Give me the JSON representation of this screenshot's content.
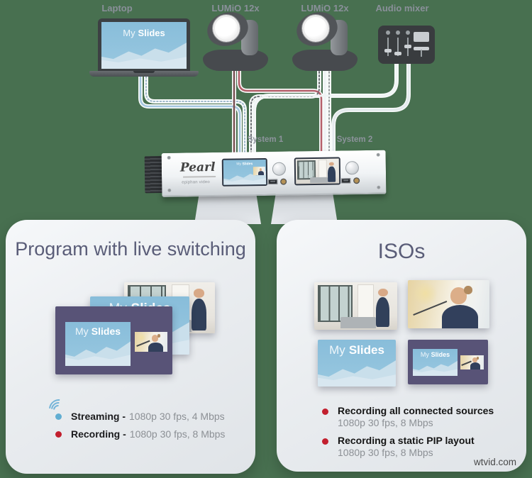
{
  "sources": {
    "laptop_label": "Laptop",
    "camera1_label": "LUMiO 12x",
    "camera2_label": "LUMiO 12x",
    "mixer_label": "Audio mixer"
  },
  "slide": {
    "word1": "My",
    "word2": "Slides"
  },
  "pearl": {
    "brand": "Pearl",
    "vendor": "epiphan video",
    "system1": "System 1",
    "system2": "System 2"
  },
  "program_panel": {
    "title": "Program with live switching",
    "streaming_label": "Streaming -",
    "streaming_detail": "1080p 30 fps, 4 Mbps",
    "recording_label": "Recording -",
    "recording_detail": "1080p 30 fps, 8 Mbps"
  },
  "isos_panel": {
    "title": "ISOs",
    "recording_all_label": "Recording all connected sources",
    "recording_all_detail": "1080p 30 fps, 8 Mbps",
    "recording_pip_label": "Recording a static PIP layout",
    "recording_pip_detail": "1080p 30 fps, 8 Mbps"
  },
  "colors": {
    "background": "#487050",
    "streaming_blue": "#62aed2",
    "recording_red": "#c21f2e",
    "slide_blue": "#8ec1dc",
    "purple": "#585377"
  },
  "watermark": "wtvid.com"
}
